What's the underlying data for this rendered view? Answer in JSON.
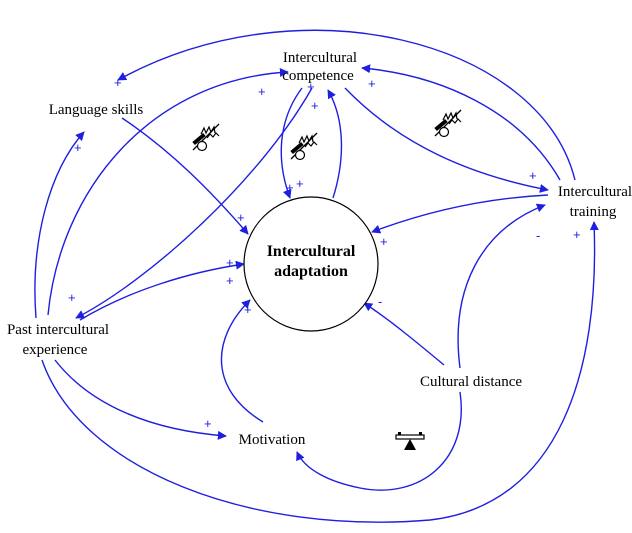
{
  "nodes": {
    "intercultural_competence": [
      "Intercultural",
      "competence"
    ],
    "language_skills": [
      "Language skills"
    ],
    "intercultural_training": [
      "Intercultural",
      "training"
    ],
    "intercultural_adaptation": [
      "Intercultural",
      "adaptation"
    ],
    "past_intercultural_experience": [
      "Past intercultural",
      "experience"
    ],
    "cultural_distance": [
      "Cultural distance"
    ],
    "motivation": [
      "Motivation"
    ]
  },
  "polarity_signs": {
    "plus": "+",
    "minus": "-"
  },
  "colors": {
    "link": "#1f1fe0",
    "text": "#000000",
    "node_outline": "#000000"
  },
  "icons": {
    "delay": "delay-icon",
    "balance": "balance-icon"
  }
}
